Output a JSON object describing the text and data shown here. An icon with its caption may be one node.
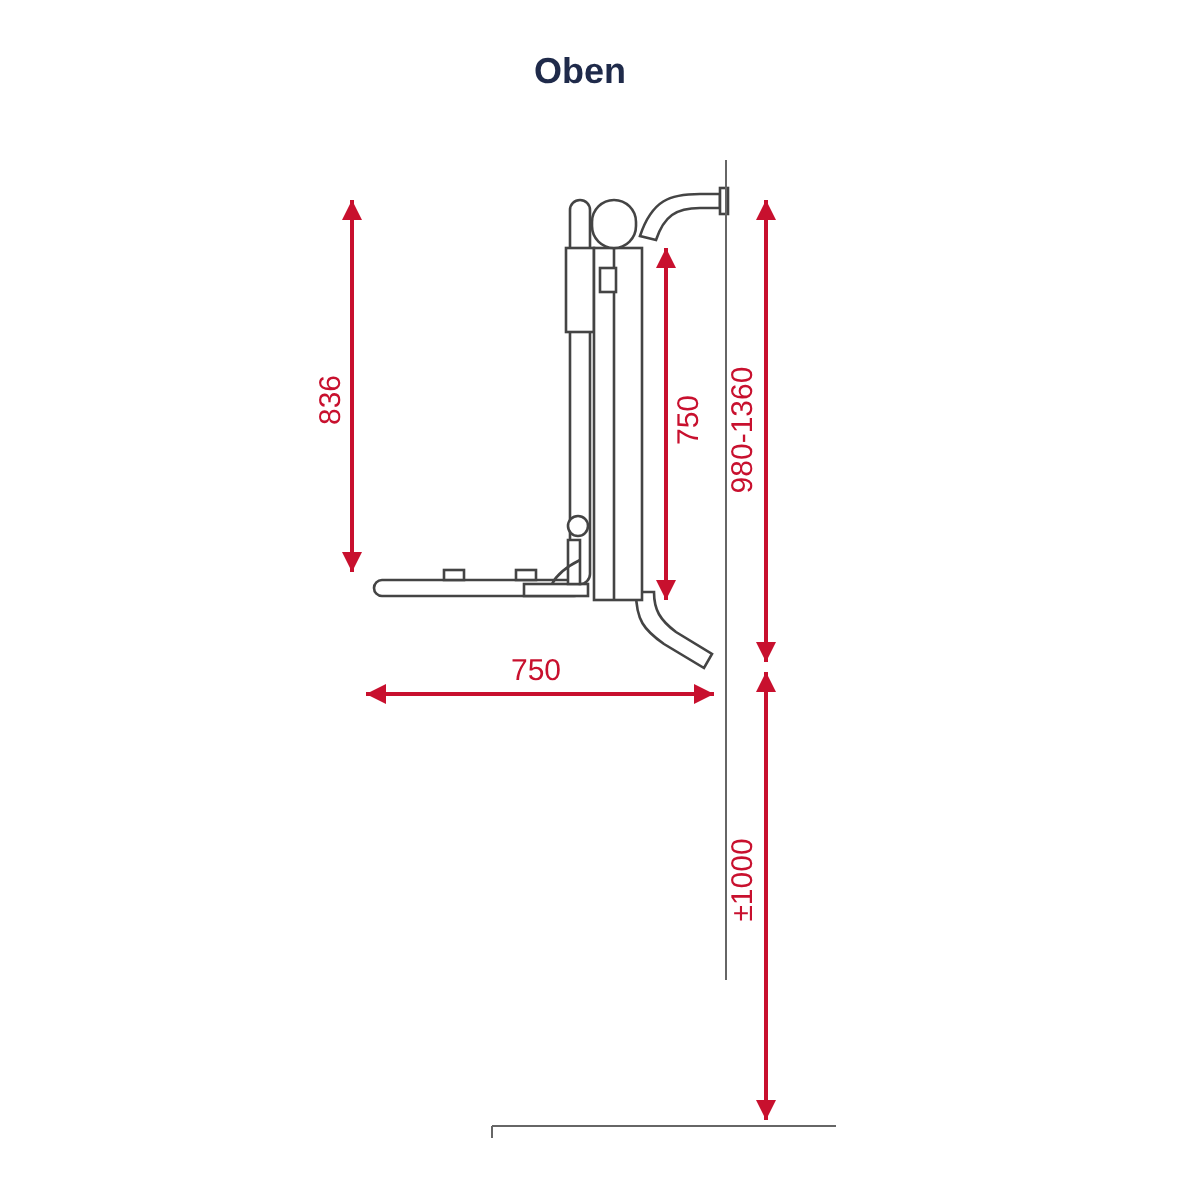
{
  "diagram": {
    "title": "Oben",
    "labels": [
      "836",
      "750",
      "980-1360",
      "750",
      "±1000"
    ]
  }
}
